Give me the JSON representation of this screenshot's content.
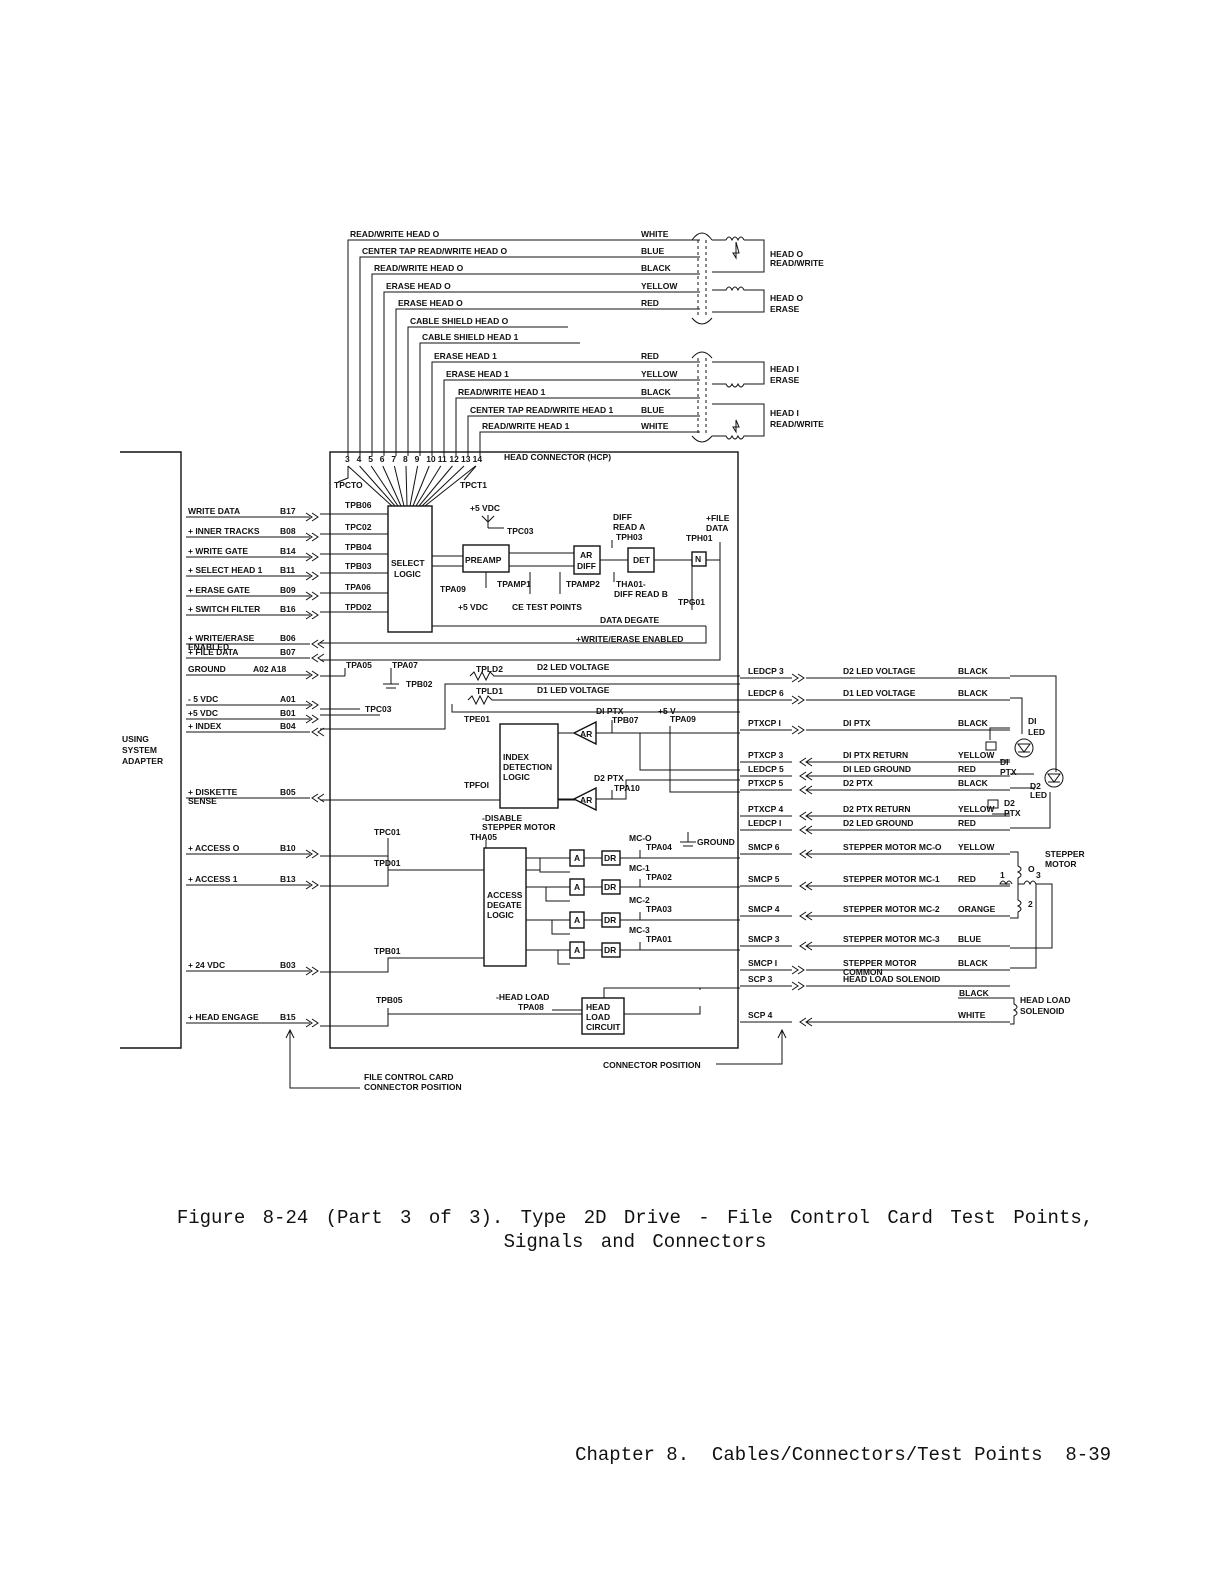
{
  "figure": {
    "caption_line1": "Figure 8-24 (Part 3 of 3). Type 2D Drive - File Control Card Test Points,",
    "caption_line2": "Signals and Connectors"
  },
  "footer": {
    "chapter": "Chapter 8.  Cables/Connectors/Test Points",
    "page": "8-39"
  },
  "head_wires": [
    {
      "name": "READ/WRITE HEAD O",
      "color": "WHITE"
    },
    {
      "name": "CENTER TAP READ/WRITE HEAD O",
      "color": "BLUE"
    },
    {
      "name": "READ/WRITE HEAD O",
      "color": "BLACK"
    },
    {
      "name": "ERASE HEAD O",
      "color": "YELLOW"
    },
    {
      "name": "ERASE HEAD O",
      "color": "RED"
    },
    {
      "name": "CABLE SHIELD HEAD O",
      "color": ""
    },
    {
      "name": "CABLE SHIELD HEAD 1",
      "color": ""
    },
    {
      "name": "ERASE HEAD 1",
      "color": "RED"
    },
    {
      "name": "ERASE HEAD 1",
      "color": "YELLOW"
    },
    {
      "name": "READ/WRITE HEAD 1",
      "color": "BLACK"
    },
    {
      "name": "CENTER TAP READ/WRITE HEAD 1",
      "color": "BLUE"
    },
    {
      "name": "READ/WRITE HEAD 1",
      "color": "WHITE"
    }
  ],
  "head_labels": {
    "h0rw_a": "HEAD O",
    "h0rw_b": "READ/WRITE",
    "h0e_a": "HEAD O",
    "h0e_b": "ERASE",
    "h1e_a": "HEAD I",
    "h1e_b": "ERASE",
    "h1rw_a": "HEAD I",
    "h1rw_b": "READ/WRITE"
  },
  "hcp": {
    "pins": [
      "3",
      "4",
      "5",
      "6",
      "7",
      "8",
      "9",
      "10",
      "11",
      "12",
      "13",
      "14"
    ],
    "label": "HEAD CONNECTOR (HCP)"
  },
  "left_signals": [
    {
      "name": "WRITE DATA",
      "pin": "B17"
    },
    {
      "name": "+ INNER TRACKS",
      "pin": "B08"
    },
    {
      "name": "+ WRITE GATE",
      "pin": "B14"
    },
    {
      "name": "+ SELECT HEAD 1",
      "pin": "B11"
    },
    {
      "name": "+ ERASE GATE",
      "pin": "B09"
    },
    {
      "name": "+ SWITCH FILTER",
      "pin": "B16"
    },
    {
      "name": "+ WRITE/ERASE",
      "name2": "ENABLED",
      "pin": "B06"
    },
    {
      "name": "+ FILE DATA",
      "pin": "B07"
    },
    {
      "name": "GROUND",
      "pin": "A02  A18"
    },
    {
      "name": "- 5 VDC",
      "pin": "A01"
    },
    {
      "name": "+5 VDC",
      "pin": "B01"
    },
    {
      "name": "+ INDEX",
      "pin": "B04"
    },
    {
      "name": "+ DISKETTE",
      "name2": "SENSE",
      "pin": "B05"
    },
    {
      "name": "+ ACCESS O",
      "pin": "B10"
    },
    {
      "name": "+ ACCESS 1",
      "pin": "B13"
    },
    {
      "name": "+ 24 VDC",
      "pin": "B03"
    },
    {
      "name": "+ HEAD ENGAGE",
      "pin": "B15"
    }
  ],
  "adapter": {
    "l1": "USING",
    "l2": "SYSTEM",
    "l3": "ADAPTER"
  },
  "test_points": {
    "tpct0": "TPCTO",
    "tpct1": "TPCT1",
    "tpb06": "TPB06",
    "tpc02": "TPC02",
    "tpb04": "TPB04",
    "tpb03": "TPB03",
    "tpa06": "TPA06",
    "tpd02": "TPD02",
    "tpc03a": "TPC03",
    "tph03": "TPH03",
    "tph01": "TPH01",
    "tpa09": "TPA09",
    "tpamp1": "TPAMP1",
    "tpamp2": "TPAMP2",
    "tha01": "THA01-",
    "tpg01": "TPG01",
    "tpa05": "TPA05",
    "tpa07": "TPA07",
    "tpb02": "TPB02",
    "tpld2": "TPLD2",
    "tpld1": "TPLD1",
    "tpc03b": "TPC03",
    "tpe01": "TPE01",
    "tpb07": "TPB07",
    "tpa09b": "TPA09",
    "tpf01": "TPFOI",
    "tpa10": "TPA10",
    "tpc01": "TPC01",
    "tpd01": "TPD01",
    "tha05": "THA05",
    "tpa04": "TPA04",
    "tpa02": "TPA02",
    "tpa03": "TPA03",
    "tpa01": "TPA01",
    "tpb01": "TPB01",
    "tpb05": "TPB05",
    "tpa08": "TPA08"
  },
  "blocks": {
    "select_logic_1": "SELECT",
    "select_logic_2": "LOGIC",
    "preamp": "PREAMP",
    "ar_diff_1": "AR",
    "ar_diff_2": "DIFF",
    "det": "DET",
    "n": "N",
    "index_1": "INDEX",
    "index_2": "DETECTION",
    "index_3": "LOGIC",
    "access_1": "ACCESS",
    "access_2": "DEGATE",
    "access_3": "LOGIC",
    "headload_1": "HEAD",
    "headload_2": "LOAD",
    "headload_3": "CIRCUIT",
    "a": "A",
    "dr": "DR",
    "ar": "AR"
  },
  "inner_labels": {
    "plus5vdc": "+5 VDC",
    "diff_read_a_1": "DIFF",
    "diff_read_a_2": "READ A",
    "file_data_1": "+FILE",
    "file_data_2": "DATA",
    "diff_read_b": "DIFF READ B",
    "plus5vdc_b": "+5 VDC",
    "ce_test_points": "CE TEST POINTS",
    "data_degate": "DATA  DEGATE",
    "we_enabled": "+WRITE/ERASE ENABLED",
    "d2_led_voltage": "D2 LED VOLTAGE",
    "d1_led_voltage": "D1 LED VOLTAGE",
    "d1_ptx": "DI PTX",
    "plus5v": "+5 V",
    "d2_ptx": "D2 PTX",
    "disable_1": "-DISABLE",
    "disable_2": "STEPPER MOTOR",
    "mc0": "MC-O",
    "mc1": "MC-1",
    "mc2": "MC-2",
    "mc3": "MC-3",
    "ground": "GROUND",
    "head_load": "-HEAD LOAD"
  },
  "right_signals": [
    {
      "pin": "LEDCP 3",
      "name": "D2 LED VOLTAGE",
      "color": "BLACK"
    },
    {
      "pin": "LEDCP 6",
      "name": "D1 LED VOLTAGE",
      "color": "BLACK"
    },
    {
      "pin": "PTXCP I",
      "name": "DI PTX",
      "color": "BLACK"
    },
    {
      "pin": "PTXCP 3",
      "name": "DI PTX RETURN",
      "color": "YELLOW"
    },
    {
      "pin": "LEDCP 5",
      "name": "DI LED GROUND",
      "color": "RED"
    },
    {
      "pin": "PTXCP 5",
      "name": "D2 PTX",
      "color": "BLACK"
    },
    {
      "pin": "PTXCP 4",
      "name": "D2 PTX RETURN",
      "color": "YELLOW"
    },
    {
      "pin": "LEDCP I",
      "name": "D2 LED GROUND",
      "color": "RED"
    },
    {
      "pin": "SMCP 6",
      "name": "STEPPER MOTOR MC-O",
      "color": "YELLOW"
    },
    {
      "pin": "SMCP 5",
      "name": "STEPPER MOTOR MC-1",
      "color": "RED"
    },
    {
      "pin": "SMCP 4",
      "name": "STEPPER MOTOR MC-2",
      "color": "ORANGE"
    },
    {
      "pin": "SMCP 3",
      "name": "STEPPER MOTOR MC-3",
      "color": "BLUE"
    },
    {
      "pin": "SMCP I",
      "name": "STEPPER MOTOR",
      "name2": "COMMON",
      "color": "BLACK"
    },
    {
      "pin": "SCP  3",
      "name": "HEAD LOAD SOLENOID",
      "color": ""
    },
    {
      "pin": "SCP  4",
      "name": "",
      "color": "WHITE"
    }
  ],
  "devices": {
    "d1_led_1": "DI",
    "d1_led_2": "LED",
    "d1_ptx_1": "DI",
    "d1_ptx_2": "PTX",
    "d2_led_1": "D2",
    "d2_led_2": "LED",
    "d2_ptx_1": "D2",
    "d2_ptx_2": "PTX",
    "stepper_1": "STEPPER",
    "stepper_2": "MOTOR",
    "coil_0": "O",
    "coil_1": "1",
    "coil_2": "2",
    "coil_3": "3",
    "solenoid_1": "HEAD LOAD",
    "solenoid_2": "SOLENOID",
    "solenoid_black": "BLACK"
  },
  "bottom": {
    "fcc_1": "FILE  CONTROL  CARD",
    "fcc_2": "CONNECTOR POSITION",
    "connector_position": "CONNECTOR POSITION"
  }
}
